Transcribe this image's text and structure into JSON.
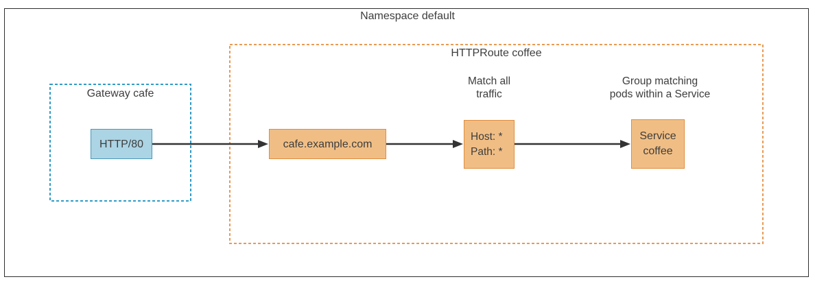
{
  "diagram": {
    "namespace_label": "Namespace default",
    "text_color": "#3d3d3d",
    "arrow_color": "#333333",
    "gateway": {
      "label": "Gateway cafe",
      "border_color": "#2e9bc6",
      "node": {
        "label": "HTTP/80",
        "fill": "#abd4e4",
        "border_color": "#4b96ba"
      }
    },
    "httproute": {
      "label": "HTTPRoute coffee",
      "border_color": "#e99a52",
      "node_fill": "#f0be85",
      "node_border_color": "#df8c3c",
      "nodes": {
        "hostname": {
          "label": "cafe.example.com"
        },
        "match": {
          "label": "Host: *\nPath: *",
          "annotation": "Match all\ntraffic"
        },
        "service": {
          "label": "Service\ncoffee",
          "annotation": "Group matching\npods within a Service"
        }
      }
    }
  }
}
